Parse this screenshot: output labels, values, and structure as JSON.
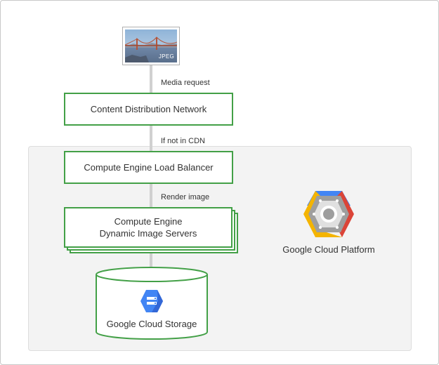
{
  "image": {
    "tag": "JPEG"
  },
  "edges": {
    "media_request": "Media request",
    "not_in_cdn": "If not in CDN",
    "render_image": "Render image"
  },
  "nodes": {
    "cdn": "Content Distribution Network",
    "load_balancer": "Compute Engine Load Balancer",
    "image_servers_line1": "Compute Engine",
    "image_servers_line2": "Dynamic Image Servers",
    "storage": "Google Cloud Storage",
    "platform": "Google Cloud Platform"
  },
  "icons": {
    "photo": "photo-thumbnail-icon",
    "storage": "cloud-storage-icon",
    "platform": "google-cloud-platform-logo-icon"
  },
  "colors": {
    "node_border": "#43a047",
    "connector": "#d0d0d0",
    "panel": "#f3f3f3",
    "storage_icon": "#4285f4"
  }
}
